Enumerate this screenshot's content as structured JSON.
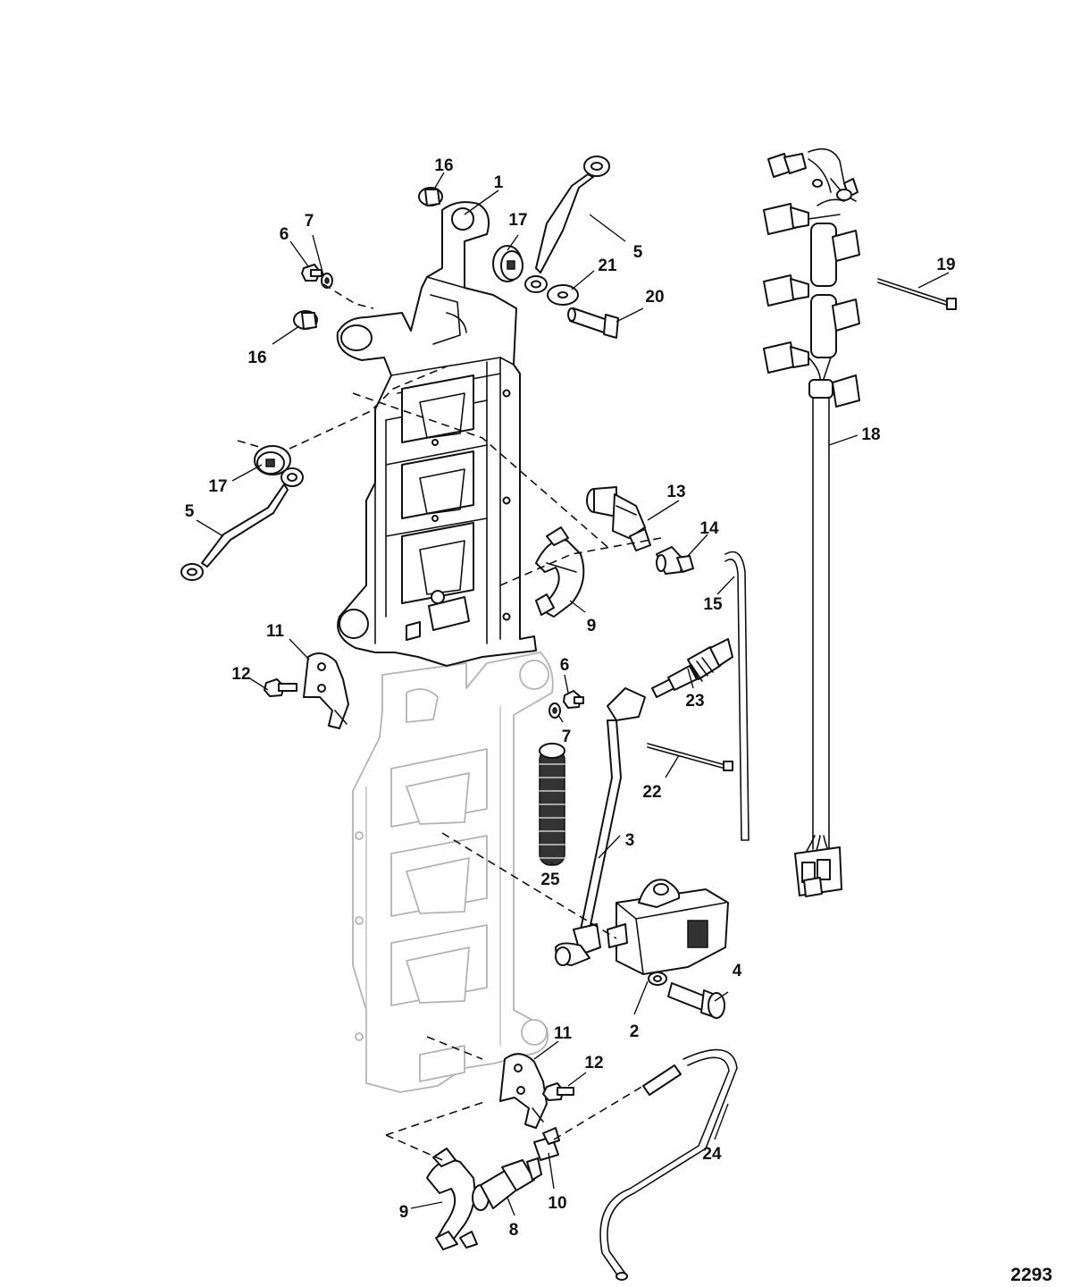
{
  "figure_number": "2293",
  "callouts": [
    "1",
    "2",
    "3",
    "4",
    "5",
    "5",
    "6",
    "6",
    "7",
    "7",
    "8",
    "9",
    "9",
    "10",
    "11",
    "11",
    "12",
    "12",
    "13",
    "14",
    "15",
    "16",
    "16",
    "17",
    "17",
    "18",
    "19",
    "20",
    "21",
    "22",
    "23",
    "24",
    "25"
  ]
}
